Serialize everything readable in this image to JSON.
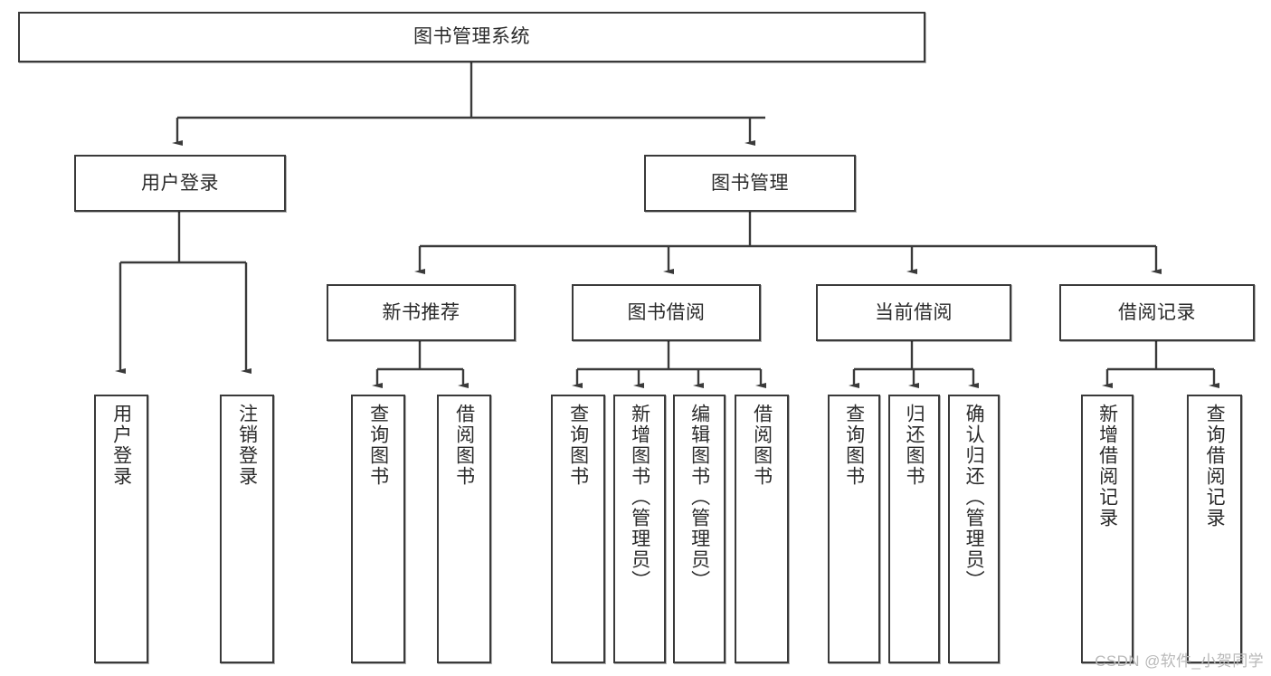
{
  "diagram": {
    "title": "图书管理系统",
    "type": "functional-decomposition-tree",
    "root": {
      "label": "图书管理系统"
    },
    "level2": [
      {
        "label": "用户登录"
      },
      {
        "label": "图书管理"
      }
    ],
    "level3": [
      {
        "label": "新书推荐"
      },
      {
        "label": "图书借阅"
      },
      {
        "label": "当前借阅"
      },
      {
        "label": "借阅记录"
      }
    ],
    "leaves": [
      {
        "label": "用户登录"
      },
      {
        "label": "注销登录"
      },
      {
        "label": "查询图书"
      },
      {
        "label": "借阅图书"
      },
      {
        "label": "查询图书"
      },
      {
        "label": "新增图书（管理员）"
      },
      {
        "label": "编辑图书（管理员）"
      },
      {
        "label": "借阅图书"
      },
      {
        "label": "查询图书"
      },
      {
        "label": "归还图书"
      },
      {
        "label": "确认归还（管理员）"
      },
      {
        "label": "新增借阅记录"
      },
      {
        "label": "查询借阅记录"
      }
    ]
  },
  "watermark": {
    "text": "CSDN @软件_小贺同学"
  },
  "colors": {
    "border": "#3a3a3a",
    "background": "#ffffff",
    "text": "#2b2b2b",
    "watermark": "#b9b9b9"
  }
}
